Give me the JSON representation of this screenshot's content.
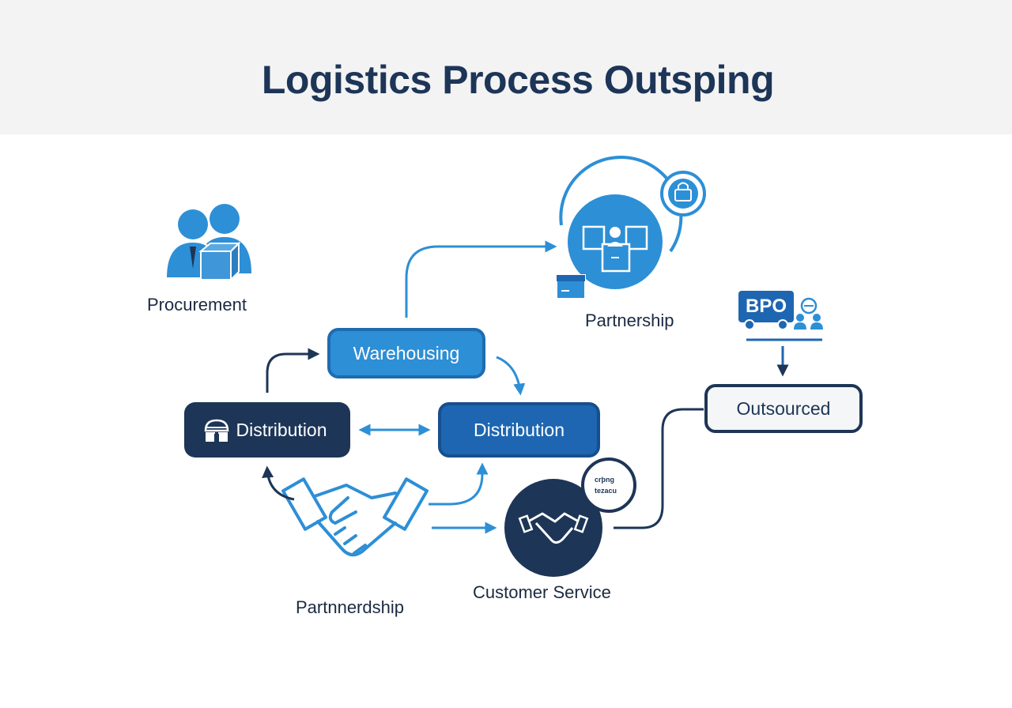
{
  "title": "Logistics Process Outsping",
  "nodes": {
    "warehousing": "Warehousing",
    "distribution_left": "Distribution",
    "distribution_right": "Distribution",
    "outsourced": "Outsourced"
  },
  "labels": {
    "procurement": "Procurement",
    "partnership": "Partnership",
    "partnerdship": "Partnnerdship",
    "customer_service": "Customer Service"
  },
  "badges": {
    "bpo": "BPO",
    "cs_badge_line1": "crþng",
    "cs_badge_line2": "tezacu"
  },
  "colors": {
    "navy": "#1d3557",
    "blue": "#2d8fd6",
    "mid_blue": "#1e66b1",
    "header_bg": "#f3f3f4"
  }
}
